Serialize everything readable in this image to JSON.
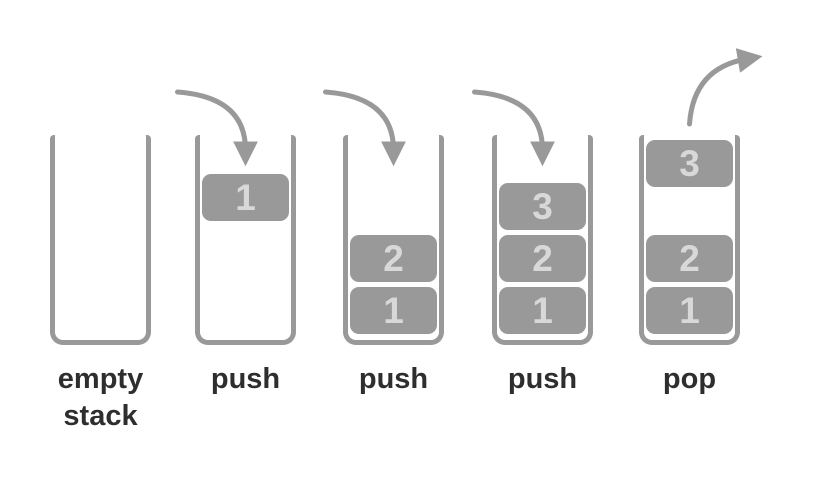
{
  "colors": {
    "gray": "#999999",
    "block_text": "#d8d8d8",
    "label_text": "#2e2e2e",
    "background": "#ffffff"
  },
  "panels": [
    {
      "name": "empty-stack",
      "label": "empty stack",
      "floating_block": null,
      "stacked_blocks": [],
      "arrow": null
    },
    {
      "name": "push-first",
      "label": "push",
      "floating_block": "1",
      "stacked_blocks": [],
      "arrow": "push-down-arrow-icon"
    },
    {
      "name": "push-second",
      "label": "push",
      "floating_block": null,
      "stacked_blocks": [
        "2",
        "1"
      ],
      "arrow": "push-down-arrow-icon"
    },
    {
      "name": "push-third",
      "label": "push",
      "floating_block": null,
      "stacked_blocks": [
        "3",
        "2",
        "1"
      ],
      "arrow": "push-down-arrow-icon"
    },
    {
      "name": "pop",
      "label": "pop",
      "floating_block": "3",
      "stacked_blocks": [
        "2",
        "1"
      ],
      "arrow": "pop-up-arrow-icon"
    }
  ]
}
